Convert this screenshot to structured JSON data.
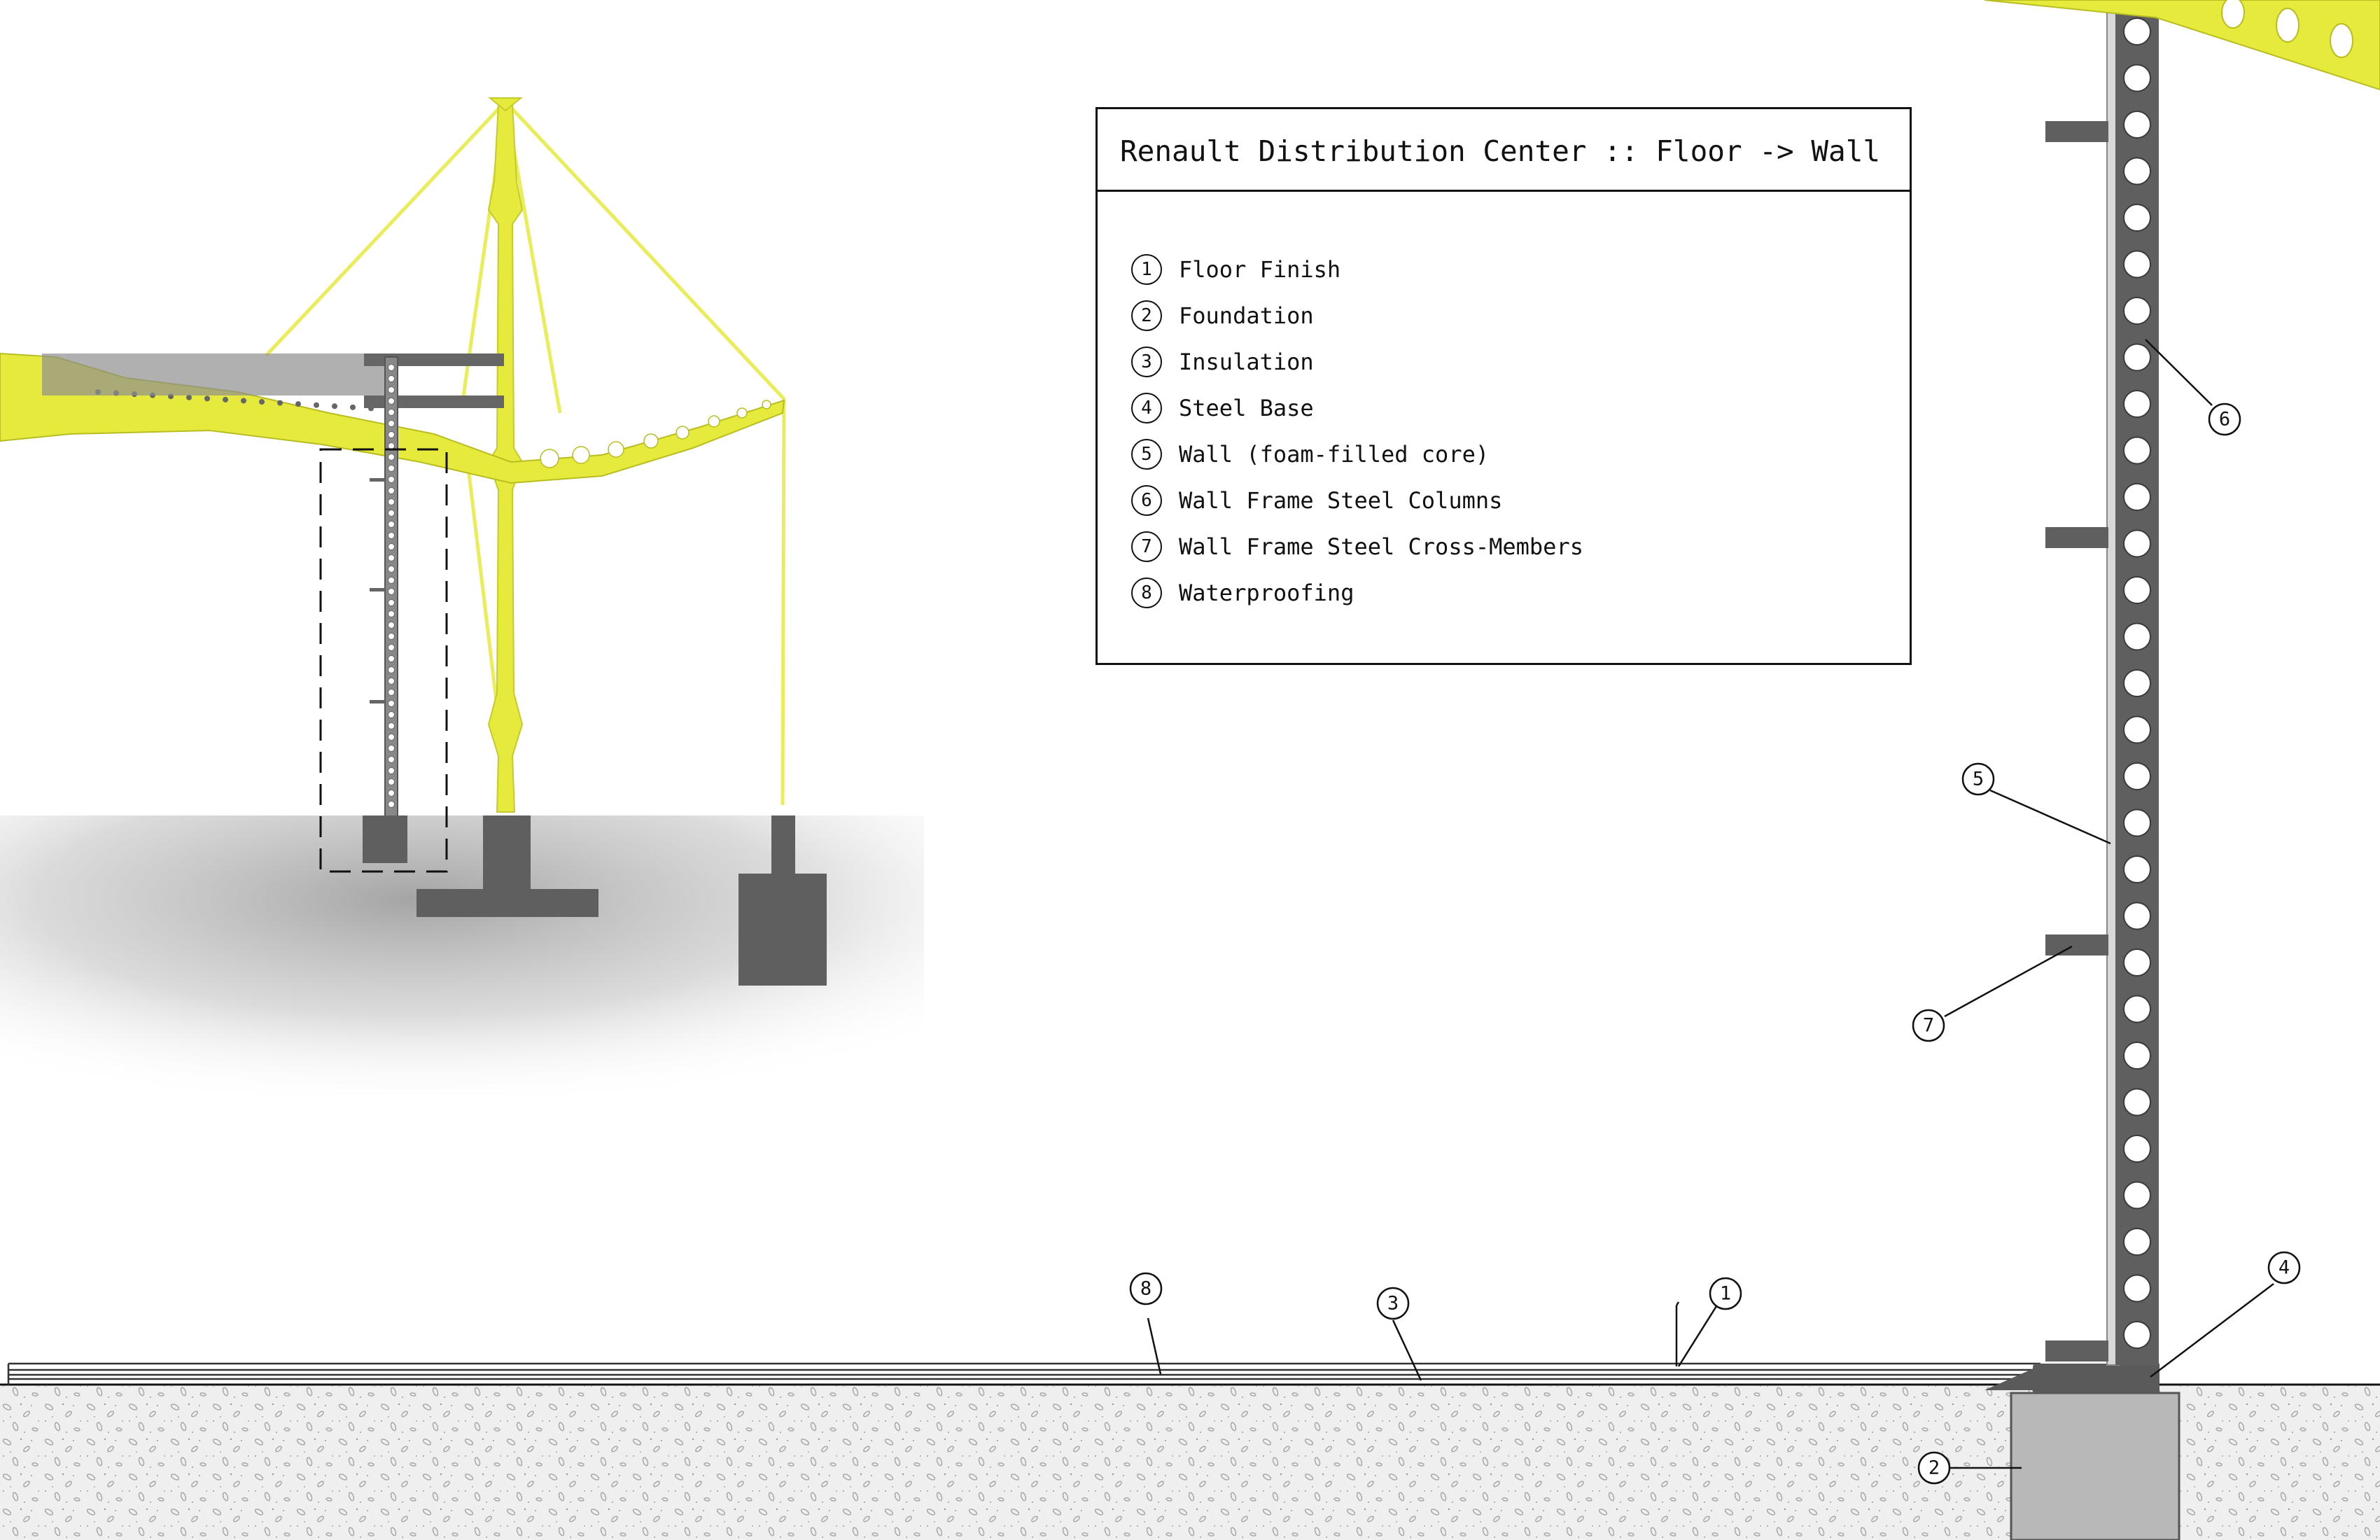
{
  "legend": {
    "title": "Renault Distribution Center :: Floor -> Wall",
    "items": [
      {
        "num": "1",
        "label": "Floor Finish"
      },
      {
        "num": "2",
        "label": "Foundation"
      },
      {
        "num": "3",
        "label": "Insulation"
      },
      {
        "num": "4",
        "label": "Steel Base"
      },
      {
        "num": "5",
        "label": "Wall (foam-filled core)"
      },
      {
        "num": "6",
        "label": "Wall Frame Steel Columns"
      },
      {
        "num": "7",
        "label": "Wall Frame Steel Cross-Members"
      },
      {
        "num": "8",
        "label": "Waterproofing"
      }
    ]
  },
  "callouts": [
    "1",
    "2",
    "3",
    "4",
    "5",
    "6",
    "7",
    "8"
  ],
  "colors": {
    "structure_yellow": "#e6ea3c",
    "steel_dark": "#606060",
    "concrete": "#b5b5b5",
    "ground": "#eeeeee",
    "line": "#111111"
  }
}
